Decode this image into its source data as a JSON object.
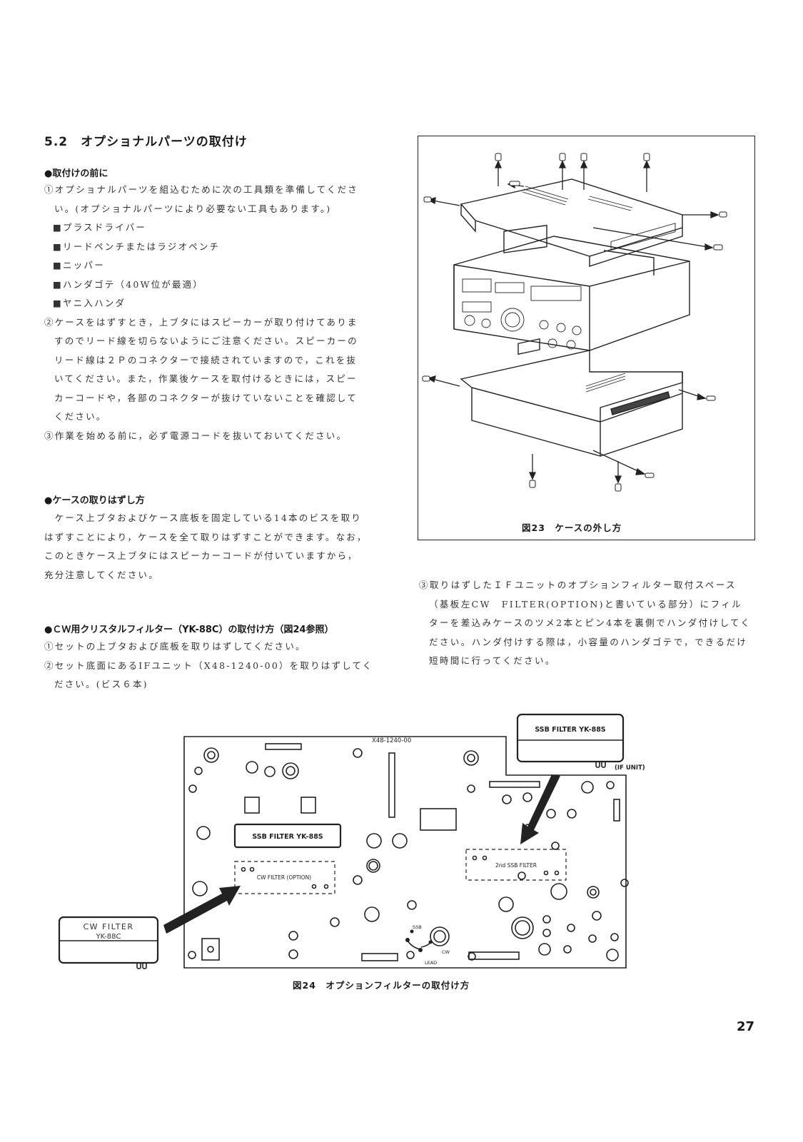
{
  "section_title": "5.2　オプショナルパーツの取付け",
  "before": {
    "heading": "●取付けの前に",
    "item1_lines": [
      "①オプショナルパーツを組込むために次の工具類を準備してくださ",
      "い。(オプショナルパーツにより必要ない工具もあります。)"
    ],
    "tools": [
      "■プラスドライバー",
      "■リードペンチまたはラジオペンチ",
      "■ニッパー",
      "■ハンダゴテ（40W位が最適）",
      "■ヤニ入ハンダ"
    ],
    "item2_lines": [
      "②ケースをはずすとき，上ブタにはスピーカーが取り付けてありま",
      "すのでリード線を切らないようにご注意ください。スピーカーの",
      "リード線は２Ｐのコネクターで接続されていますので，これを抜",
      "いてください。また，作業後ケースを取付けるときには，スピー",
      "カーコードや，各部のコネクターが抜けていないことを確認して",
      "ください。"
    ],
    "item3": "③作業を始める前に，必ず電源コードを抜いておいてください。"
  },
  "case_removal": {
    "heading": "●ケースの取りはずし方",
    "lines": [
      "　ケース上ブタおよびケース底板を固定している14本のビスを取り",
      "はずすことにより，ケースを全て取りはずすことができます。なお，",
      "このときケース上ブタにはスピーカーコードが付いていますから，",
      "充分注意してください。"
    ]
  },
  "cw_filter": {
    "heading": "●ＣＷ用クリスタルフィルター（YK-88C）の取付け方（図24参照）",
    "step1": "①セットの上ブタおよび底板を取りはずしてください。",
    "step2_lines": [
      "②セット底面にあるIFユニット（X48-1240-00）を取りはずしてく",
      "ださい。(ビス６本)"
    ]
  },
  "right_text": {
    "lines": [
      "③取りはずしたＩＦユニットのオプションフィルター取付スペース",
      "（基板左CW　FILTER(OPTION)と書いている部分）にフィル",
      "ターを差込みケースのツメ2本とピン4本を裏側でハンダ付けしてく",
      "ださい。ハンダ付けする際は，小容量のハンダゴテで，できるだけ",
      "短時間に行ってください。"
    ]
  },
  "fig23": {
    "caption": "図23　ケースの外し方"
  },
  "fig24": {
    "caption": "図24　オプションフィルターの取付け方",
    "board_label": "X48-1240-00",
    "ssb_filter_board": "SSB FILTER YK-88S",
    "ssb_filter_top": "SSB FILTER YK-88S",
    "if_unit": "(IF UNIT)",
    "cw_option": "CW FILTER (OPTION)",
    "second_ssb": "2nd SSB FILTER",
    "cw_filter_line1": "CW FILTER",
    "cw_filter_line2": "YK-88C",
    "ssb": "SSB",
    "cw": "CW",
    "lead": "LEAD"
  },
  "page_number": "27"
}
